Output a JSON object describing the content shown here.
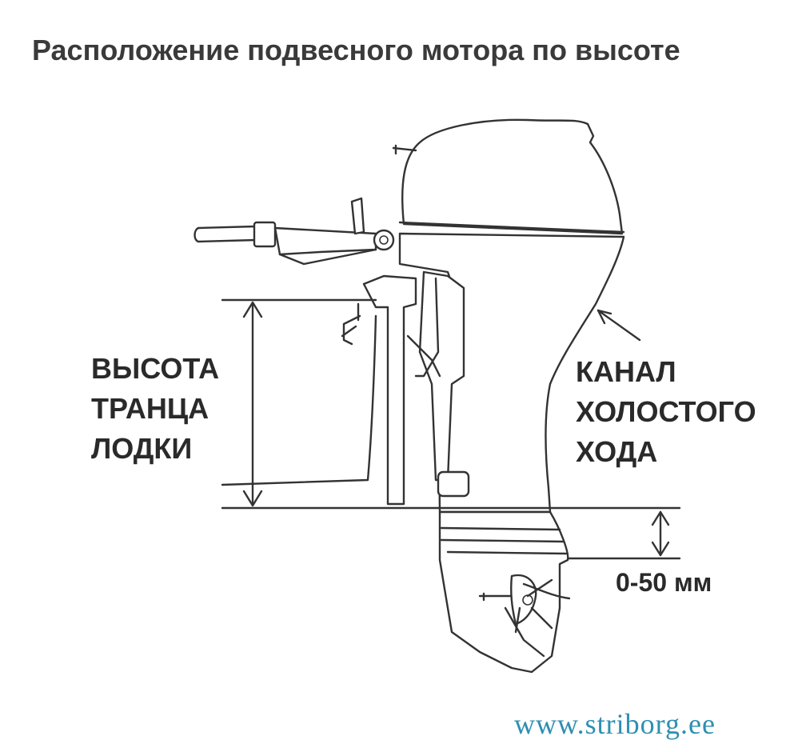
{
  "title": "Расположение подвесного мотора по высоте",
  "labels": {
    "transom_line1": "ВЫСОТА",
    "transom_line2": "ТРАНЦА",
    "transom_line3": "ЛОДКИ",
    "channel_line1": "КАНАЛ",
    "channel_line2": "ХОЛОСТОГО",
    "channel_line3": "ХОДА",
    "range": "0-50 мм"
  },
  "watermark": "www.striborg.ee"
}
